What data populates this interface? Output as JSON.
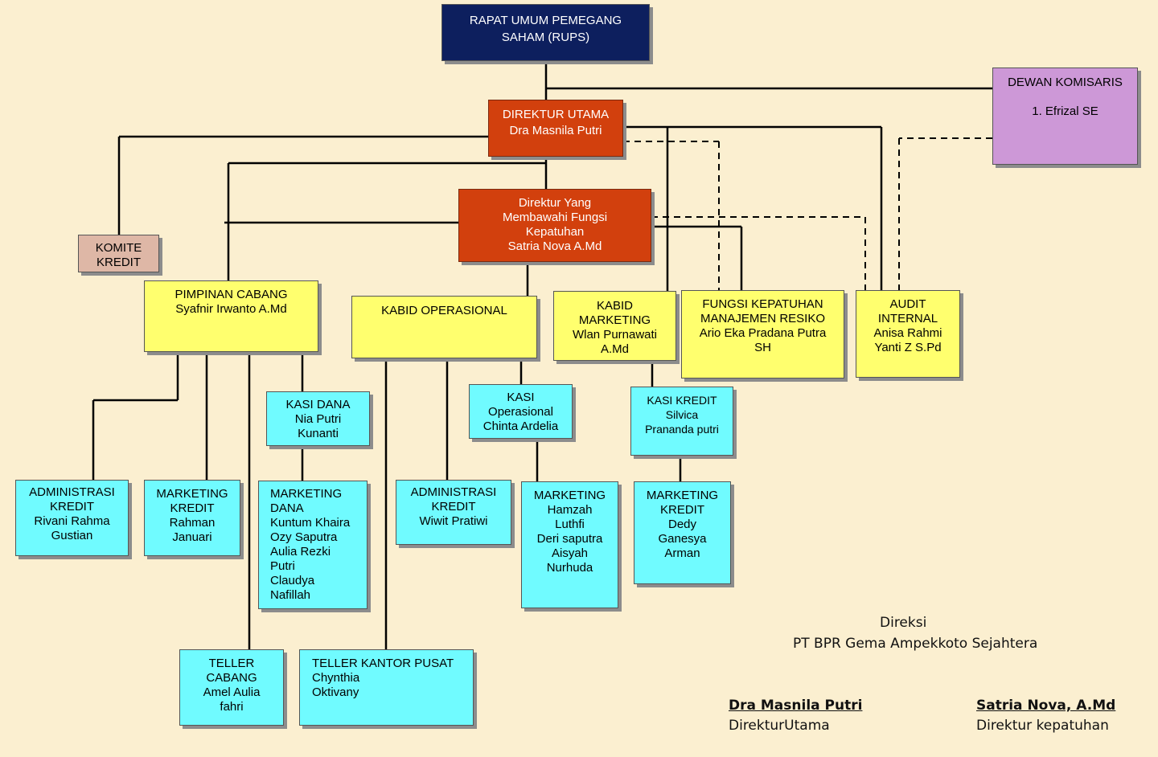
{
  "boxes": {
    "rups": [
      "RAPAT UMUM PEMEGANG",
      "SAHAM  (RUPS)"
    ],
    "dirut": [
      "DIREKTUR UTAMA",
      "Dra Masnila Putri"
    ],
    "komisaris": [
      "DEWAN KOMISARIS",
      "",
      "1. Efrizal SE"
    ],
    "dirkep": [
      "Direktur Yang",
      "Membawahi Fungsi",
      "Kepatuhan",
      "Satria Nova A.Md"
    ],
    "komite": [
      "KOMITE",
      "KREDIT"
    ],
    "pimcab": [
      "PIMPINAN CABANG",
      "Syafnir Irwanto A.Md"
    ],
    "kabidops": [
      "KABID OPERASIONAL"
    ],
    "kabidmkt": [
      "KABID",
      "MARKETING",
      "Wlan Purnawati",
      "A.Md"
    ],
    "fungsikep": [
      "FUNGSI KEPATUHAN",
      "MANAJEMEN RESIKO",
      "Ario Eka Pradana Putra",
      "SH"
    ],
    "audit": [
      "AUDIT",
      "INTERNAL",
      "Anisa Rahmi",
      "Yanti Z S.Pd"
    ],
    "kasidana": [
      "KASI DANA",
      "Nia Putri",
      "Kunanti"
    ],
    "kasiops": [
      "KASI",
      "Operasional",
      "Chinta Ardelia"
    ],
    "kasikredit": [
      "KASI KREDIT",
      "Silvica",
      "Prananda putri"
    ],
    "admkredit1": [
      "ADMINISTRASI",
      "KREDIT",
      "Rivani Rahma",
      "Gustian"
    ],
    "mktkredit1": [
      "MARKETING",
      "KREDIT",
      "Rahman",
      "Januari"
    ],
    "mktdana": [
      "MARKETING",
      "DANA",
      "Kuntum Khaira",
      "Ozy Saputra",
      "Aulia Rezki",
      "Putri",
      "Claudya",
      "Nafillah"
    ],
    "admkredit2": [
      "ADMINISTRASI",
      "KREDIT",
      "Wiwit Pratiwi"
    ],
    "mkt2": [
      "MARKETING",
      "Hamzah",
      "Luthfi",
      "Deri saputra",
      "Aisyah",
      "Nurhuda"
    ],
    "mktkredit2": [
      "MARKETING",
      "KREDIT",
      "Dedy",
      "Ganesya",
      "Arman"
    ],
    "tellercab": [
      "TELLER",
      "CABANG",
      "Amel Aulia",
      "fahri"
    ],
    "tellerpusat": [
      "TELLER KANTOR PUSAT",
      "Chynthia",
      "Oktivany"
    ]
  },
  "signature": {
    "title": "Direksi",
    "company": "PT BPR Gema Ampekkoto Sejahtera",
    "sig1_name": "Dra Masnila Putri",
    "sig1_role": "DirekturUtama",
    "sig2_name": "Satria Nova, A.Md",
    "sig2_role": "Direktur kepatuhan"
  }
}
